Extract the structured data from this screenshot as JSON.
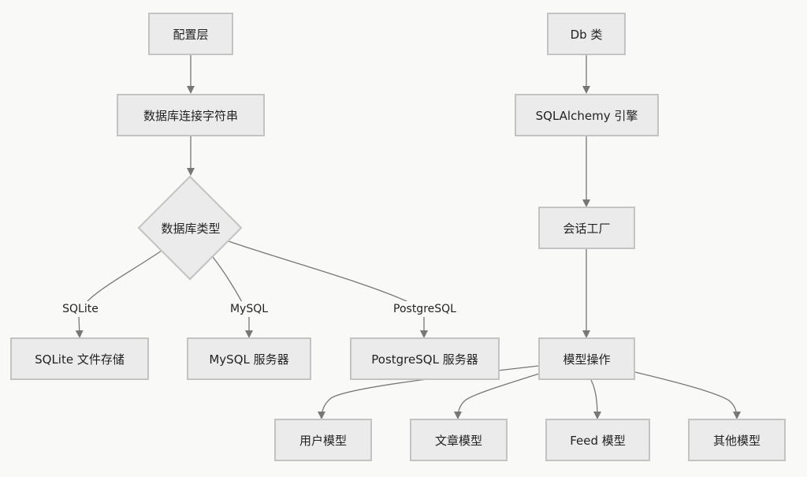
{
  "nodes": {
    "config": "配置层",
    "conn_string": "数据库连接字符串",
    "db_type": "数据库类型",
    "sqlite_storage": "SQLite 文件存储",
    "mysql_server": "MySQL 服务器",
    "pg_server": "PostgreSQL 服务器",
    "db_class": "Db 类",
    "engine": "SQLAlchemy 引擎",
    "session": "会话工厂",
    "model_ops": "模型操作",
    "user_model": "用户模型",
    "article_model": "文章模型",
    "feed_model": "Feed 模型",
    "other_model": "其他模型"
  },
  "edge_labels": {
    "sqlite": "SQLite",
    "mysql": "MySQL",
    "postgresql": "PostgreSQL"
  },
  "colors": {
    "background": "#f9f9f7",
    "node_fill": "#ebebeb",
    "node_border": "#c3c3c3",
    "edge": "#777777"
  }
}
